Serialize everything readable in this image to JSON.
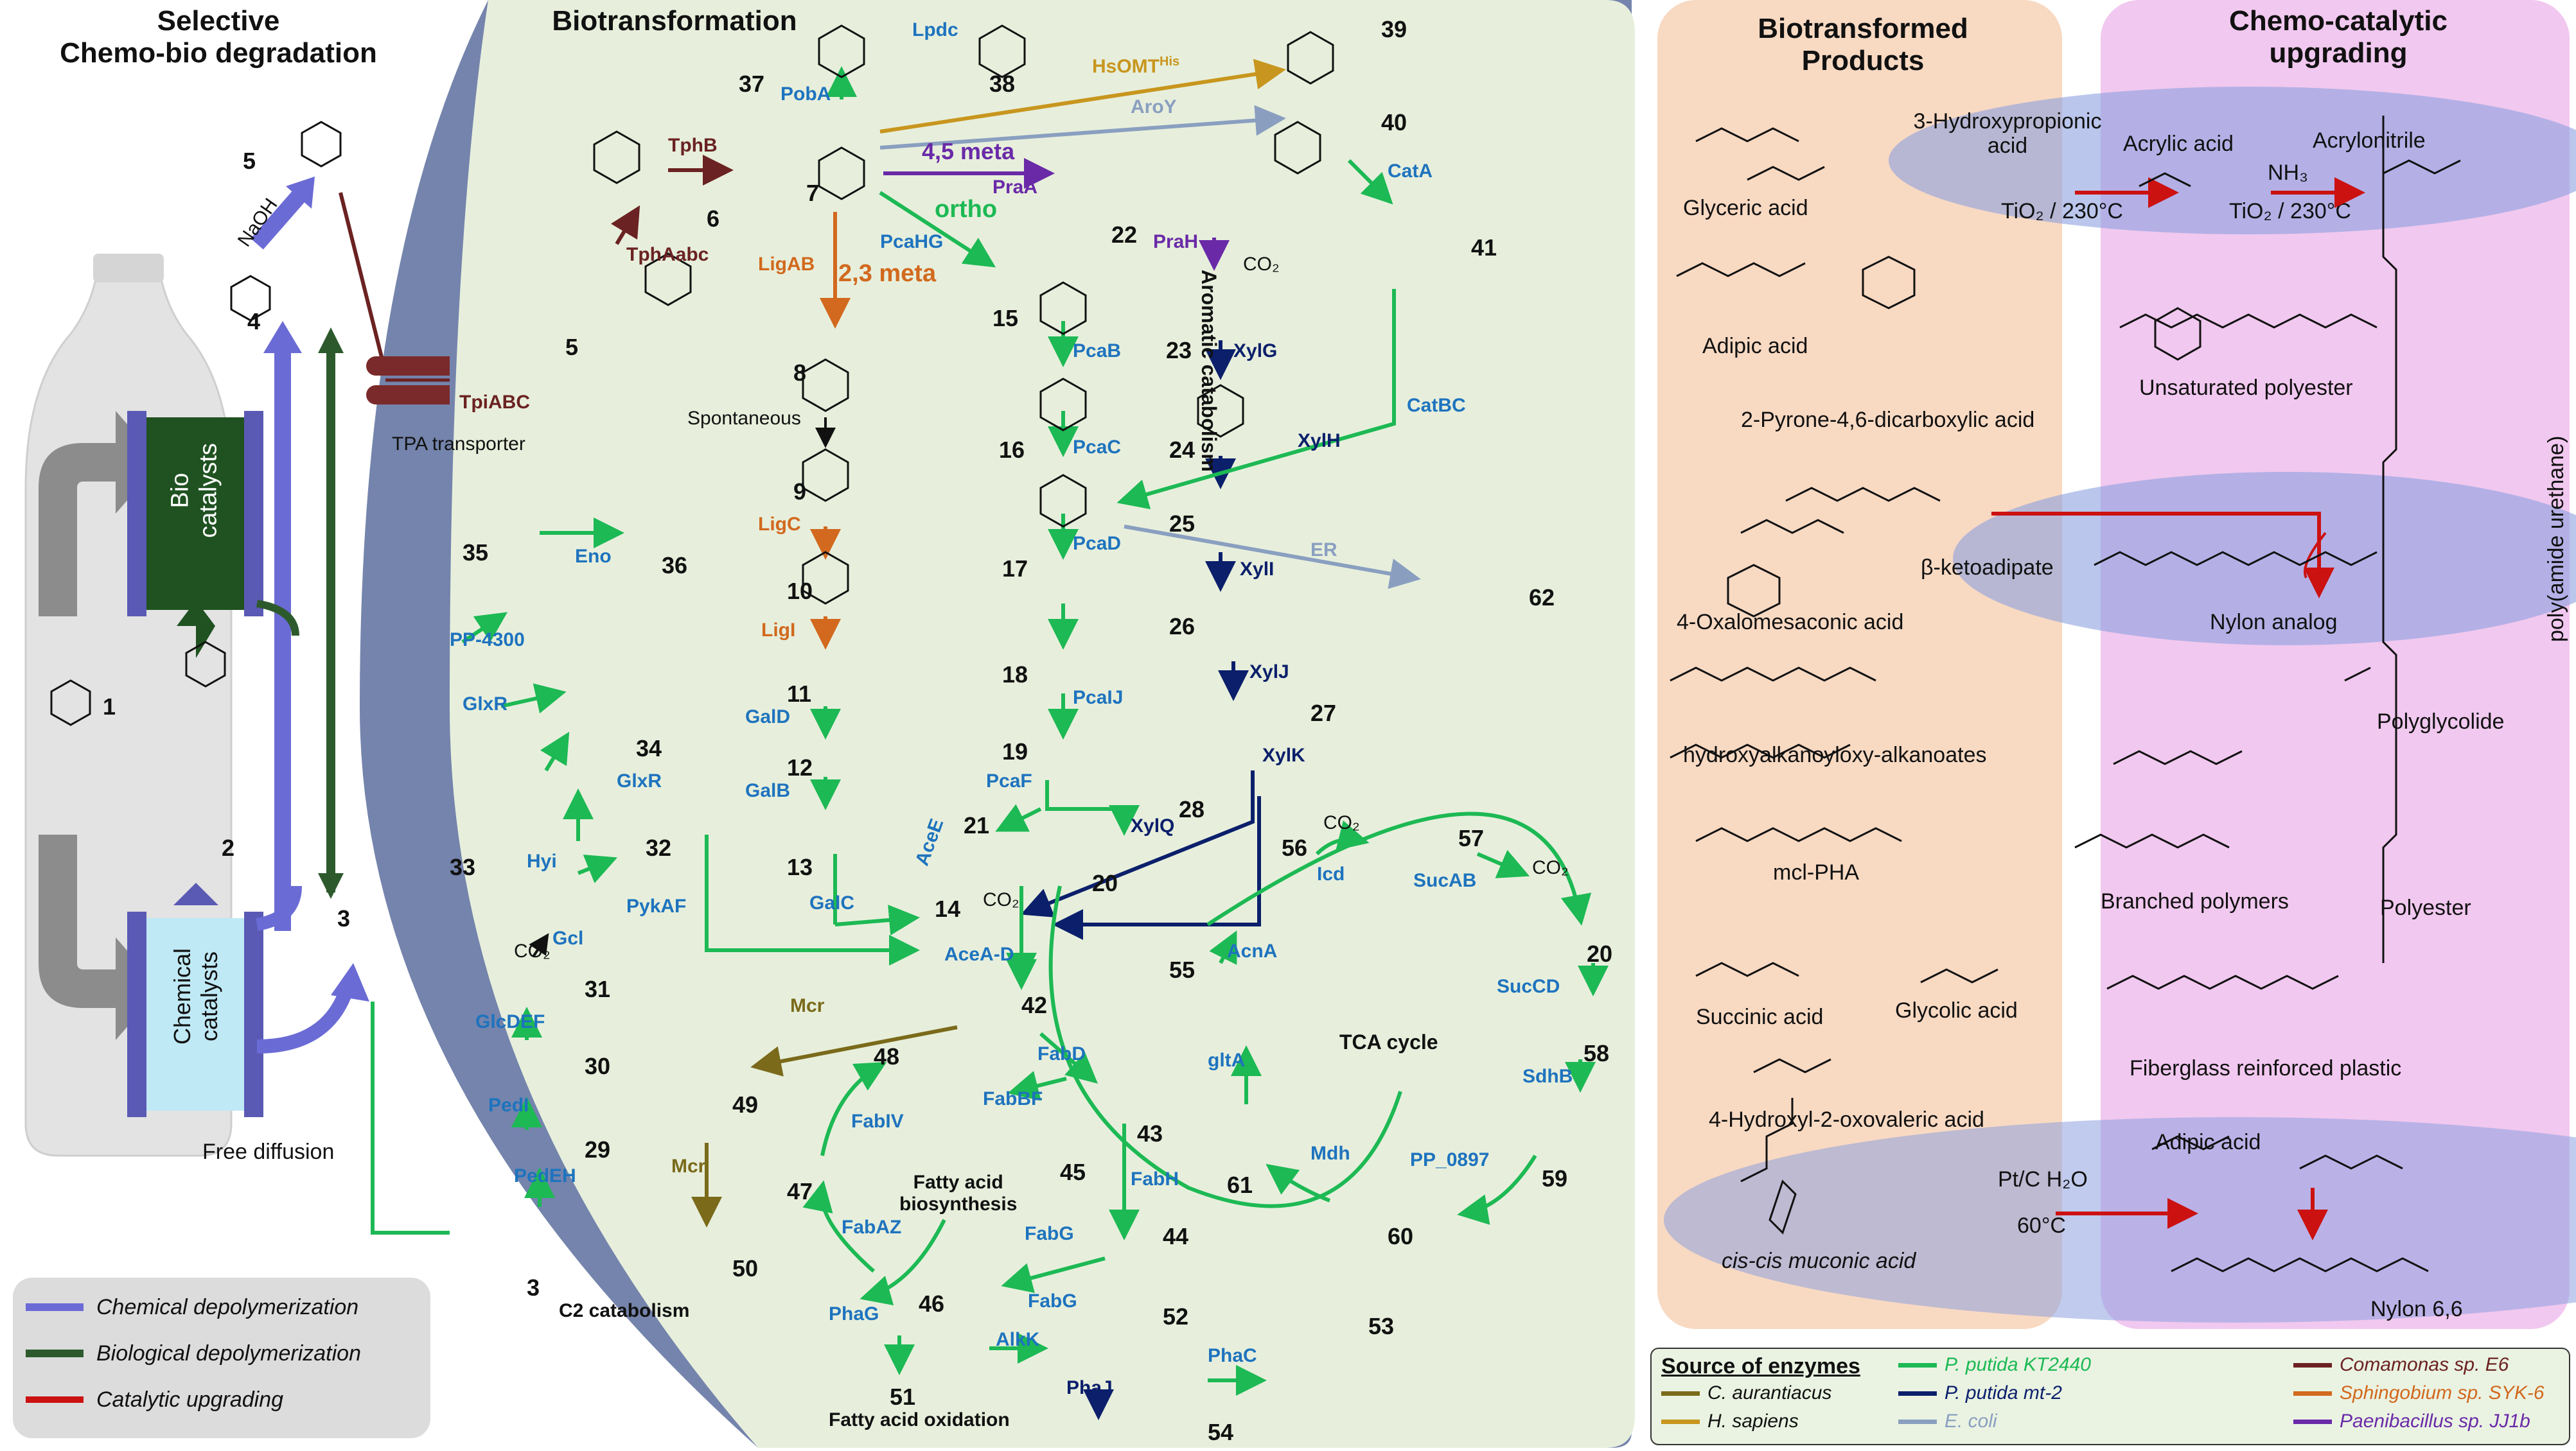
{
  "headers": {
    "left": [
      "Selective",
      "Chemo-bio degradation"
    ],
    "bio": "Biotransformation",
    "products": [
      "Biotransformed",
      "Products"
    ],
    "upgrade": [
      "Chemo-catalytic",
      "upgrading"
    ]
  },
  "left_panel": {
    "bio_catalysts": [
      "Bio",
      "catalysts"
    ],
    "chem_catalysts": [
      "Chemical",
      "catalysts"
    ],
    "free_diffusion": "Free diffusion",
    "naoh": "NaOH",
    "tpa_transporter": "TPA transporter",
    "tpiabc": "TpiABC",
    "compound_numbers": [
      "1",
      "2",
      "3",
      "4",
      "5",
      "5"
    ]
  },
  "legend": {
    "items": [
      {
        "label": "Chemical depolymerization",
        "color": "#6b6bd6"
      },
      {
        "label": "Biological depolymerization",
        "color": "#2d5a2d"
      },
      {
        "label": "Catalytic upgrading",
        "color": "#cc1111"
      }
    ]
  },
  "pathway": {
    "compounds": [
      {
        "n": "6"
      },
      {
        "n": "7"
      },
      {
        "n": "8"
      },
      {
        "n": "9"
      },
      {
        "n": "10"
      },
      {
        "n": "11"
      },
      {
        "n": "12"
      },
      {
        "n": "13"
      },
      {
        "n": "14"
      },
      {
        "n": "15"
      },
      {
        "n": "16"
      },
      {
        "n": "17"
      },
      {
        "n": "18"
      },
      {
        "n": "19"
      },
      {
        "n": "20"
      },
      {
        "n": "21"
      },
      {
        "n": "22"
      },
      {
        "n": "23"
      },
      {
        "n": "24"
      },
      {
        "n": "25"
      },
      {
        "n": "26"
      },
      {
        "n": "27"
      },
      {
        "n": "28"
      },
      {
        "n": "29"
      },
      {
        "n": "30"
      },
      {
        "n": "31"
      },
      {
        "n": "32"
      },
      {
        "n": "33"
      },
      {
        "n": "34"
      },
      {
        "n": "35"
      },
      {
        "n": "36"
      },
      {
        "n": "37"
      },
      {
        "n": "38"
      },
      {
        "n": "39"
      },
      {
        "n": "40"
      },
      {
        "n": "41"
      },
      {
        "n": "42"
      },
      {
        "n": "43"
      },
      {
        "n": "44"
      },
      {
        "n": "45"
      },
      {
        "n": "46"
      },
      {
        "n": "47"
      },
      {
        "n": "48"
      },
      {
        "n": "49"
      },
      {
        "n": "50"
      },
      {
        "n": "51"
      },
      {
        "n": "52"
      },
      {
        "n": "53"
      },
      {
        "n": "54"
      },
      {
        "n": "55"
      },
      {
        "n": "56"
      },
      {
        "n": "57"
      },
      {
        "n": "58"
      },
      {
        "n": "59"
      },
      {
        "n": "60"
      },
      {
        "n": "61"
      },
      {
        "n": "62"
      },
      {
        "n": "3"
      },
      {
        "n": "20"
      }
    ],
    "enzymes": [
      "TphB",
      "TphAabc",
      "LigAB",
      "LigC",
      "LigI",
      "GalD",
      "GalB",
      "GalC",
      "PobA",
      "Lpdc",
      "HsOMT",
      "AroY",
      "PraA",
      "PraH",
      "PcaHG",
      "PcaB",
      "PcaC",
      "PcaD",
      "PcaIJ",
      "PcaF",
      "XylG",
      "XylH",
      "XylI",
      "XylJ",
      "XylK",
      "XylQ",
      "CatA",
      "CatBC",
      "ER",
      "AceE",
      "AceA-D",
      "Mcr",
      "Mcr",
      "FabD",
      "FabBF",
      "FabH",
      "FabG",
      "FabG",
      "FabAZ",
      "FabIV",
      "PhaG",
      "PhaJ",
      "AlkK",
      "PhaC",
      "Icd",
      "SucAB",
      "SucCD",
      "SdhB",
      "PP_0897",
      "Mdh",
      "gltA",
      "AcnA",
      "Eno",
      "PP-4300",
      "GlxR",
      "GlxR",
      "Hyi",
      "PykAF",
      "Gcl",
      "GlcDEF",
      "PedI",
      "PedEH"
    ],
    "enzyme_sup": "His",
    "route_labels": [
      "4,5 meta",
      "ortho",
      "2,3 meta"
    ],
    "labels": [
      "Spontaneous",
      "Aromatic catabolism",
      "TCA cycle",
      "Fatty acid",
      "biosynthesis",
      "Fatty acid oxidation",
      "C2 catabolism"
    ],
    "chem_text": [
      "CO₂",
      "CO₂",
      "CO₂",
      "CO₂",
      "CO₂"
    ]
  },
  "products": [
    "Glyceric acid",
    "Adipic acid",
    "2-Pyrone-4,6-dicarboxylic acid",
    "4-Oxalomesaconic acid",
    "hydroxyalkanoyloxy-alkanoates",
    "mcl-PHA",
    "Succinic acid",
    "Glycolic acid",
    "4-Hydroxyl-2-oxovaleric acid",
    "cis-cis muconic acid"
  ],
  "upgrading": {
    "hp_acid": [
      "3-Hydroxypropionic",
      "acid"
    ],
    "acrylic": "Acrylic acid",
    "acrylonitrile": "Acrylonitrile",
    "cond1": "TiO₂ / 230°C",
    "cond2": "TiO₂ / 230°C",
    "nh3": "NH₃",
    "bka": "β-ketoadipate",
    "nylon_analog": "Nylon analog",
    "unsat": "Unsaturated polyester",
    "paurethane": "poly(amide urethane)",
    "pgly": "Polyglycolide",
    "branched": "Branched polymers",
    "polyester": "Polyester",
    "fiberglass": "Fiberglass reinforced plastic",
    "adipic": "Adipic acid",
    "ptc": "Pt/C H₂O",
    "temp": "60°C",
    "nylon66": "Nylon 6,6"
  },
  "source_legend": {
    "title": "Source of enzymes",
    "items": [
      {
        "label": "C. aurantiacus",
        "color": "#7a6a1a"
      },
      {
        "label": "H. sapiens",
        "color": "#c8961e"
      },
      {
        "label": "P. putida KT2440",
        "color": "#1db954"
      },
      {
        "label": "P. putida mt-2",
        "color": "#0b1f6b"
      },
      {
        "label": "E. coli",
        "color": "#8a9fc0"
      },
      {
        "label": "Comamonas sp. E6",
        "color": "#6b2222"
      },
      {
        "label": "Sphingobium sp. SYK-6",
        "color": "#d2691e"
      },
      {
        "label": "Paenibacillus sp. JJ1b",
        "color": "#6a2aa8"
      }
    ]
  }
}
